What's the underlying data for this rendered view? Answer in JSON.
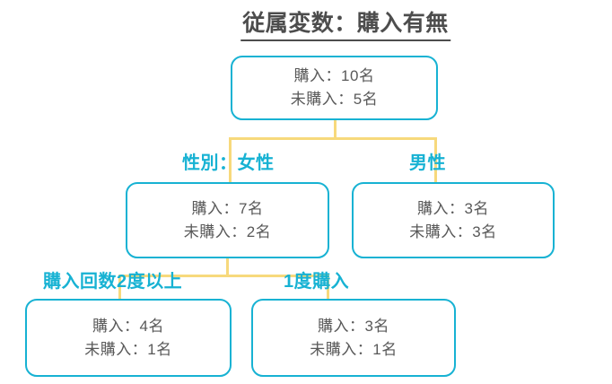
{
  "title": "従属変数：購入有無",
  "colors": {
    "accent": "#17b2d3",
    "connector": "#f7d97c",
    "title_text": "#4d4d4d",
    "body_text": "#595959"
  },
  "labels": {
    "female": "性別：女性",
    "male": "男性",
    "repeat": "購入回数2度以上",
    "once": "1度購入"
  },
  "nodes": {
    "root": {
      "line1": "購入：10名",
      "line2": "未購入：5名"
    },
    "female": {
      "line1": "購入：7名",
      "line2": "未購入：2名"
    },
    "male": {
      "line1": "購入：3名",
      "line2": "未購入：3名"
    },
    "repeat": {
      "line1": "購入：4名",
      "line2": "未購入：1名"
    },
    "once": {
      "line1": "購入：3名",
      "line2": "未購入：1名"
    }
  }
}
